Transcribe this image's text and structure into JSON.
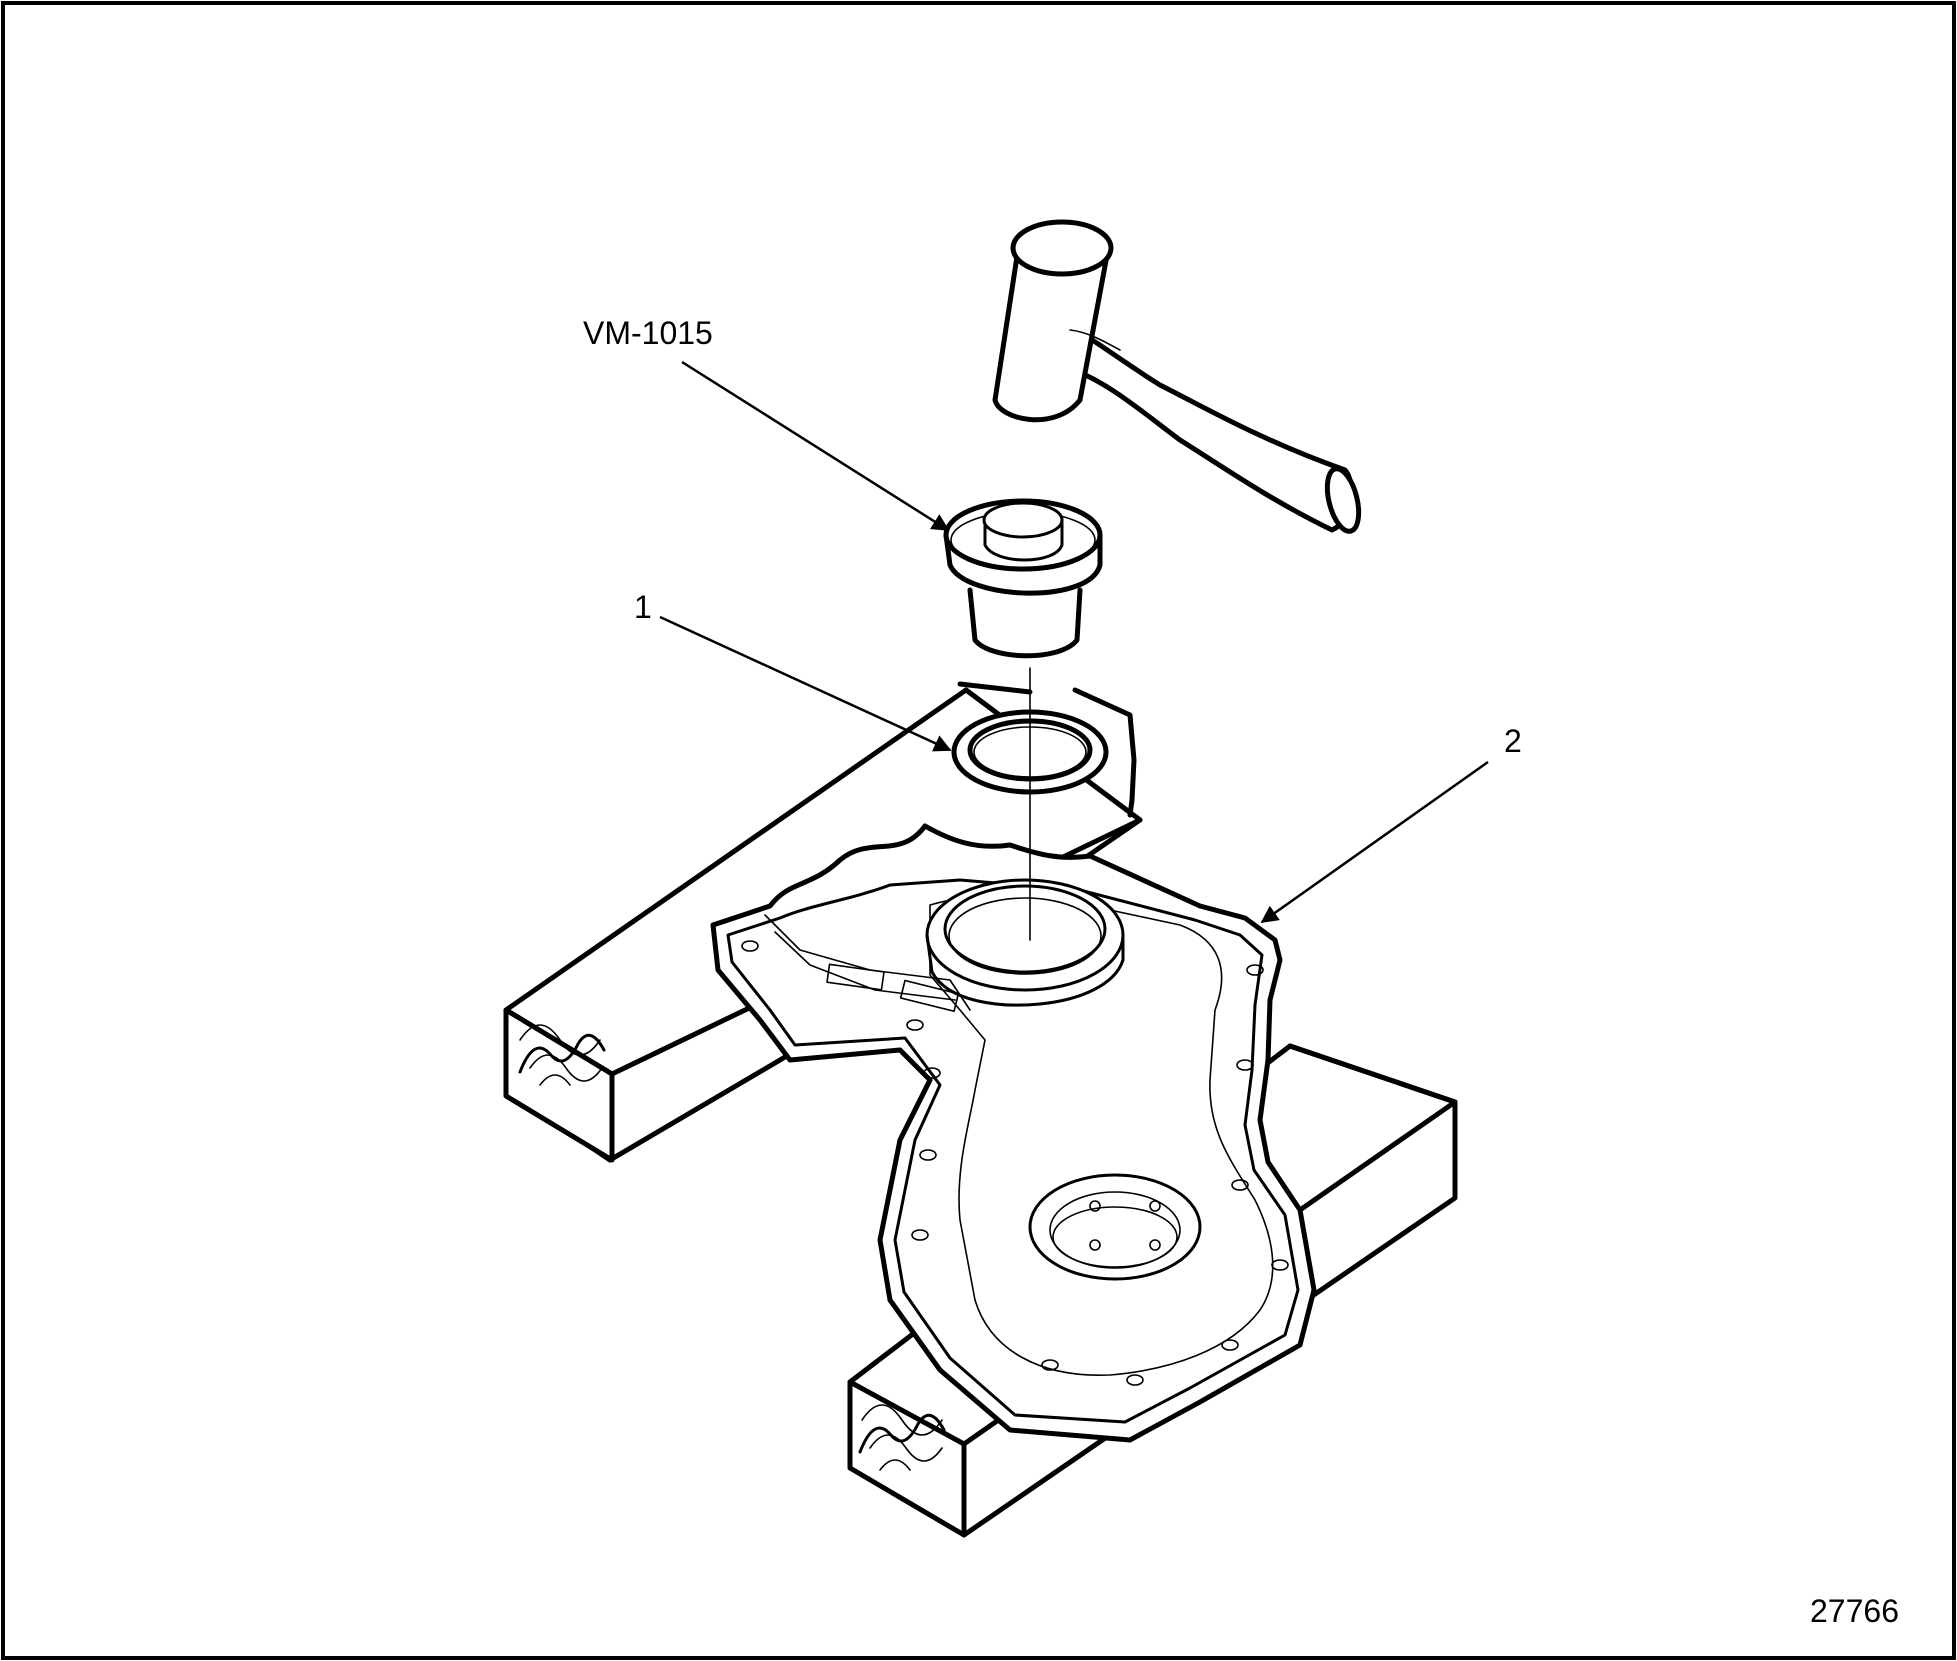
{
  "labels": {
    "tool": "VM-1015",
    "part1": "1",
    "part2": "2",
    "figure_number": "27766"
  },
  "colors": {
    "line": "#000000",
    "background": "#ffffff"
  }
}
